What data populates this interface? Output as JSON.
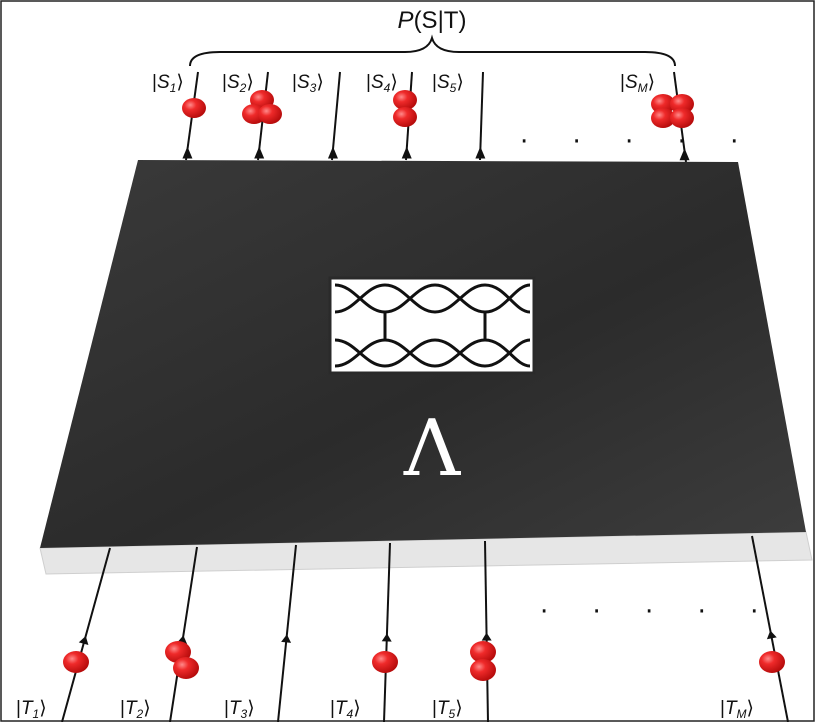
{
  "title": {
    "prefix": "P",
    "args": "(S|T)"
  },
  "operator_symbol": "Λ",
  "ellipsis": "· · · · ·",
  "output_modes": [
    {
      "letter": "S",
      "sub": "1",
      "photons": 1
    },
    {
      "letter": "S",
      "sub": "2",
      "photons": 3
    },
    {
      "letter": "S",
      "sub": "3",
      "photons": 0
    },
    {
      "letter": "S",
      "sub": "4",
      "photons": 2
    },
    {
      "letter": "S",
      "sub": "5",
      "photons": 0
    },
    {
      "letter": "S",
      "sub": "M",
      "photons": 4
    }
  ],
  "input_modes": [
    {
      "letter": "T",
      "sub": "1",
      "photons": 1
    },
    {
      "letter": "T",
      "sub": "2",
      "photons": 2
    },
    {
      "letter": "T",
      "sub": "3",
      "photons": 0
    },
    {
      "letter": "T",
      "sub": "4",
      "photons": 1
    },
    {
      "letter": "T",
      "sub": "5",
      "photons": 2
    },
    {
      "letter": "T",
      "sub": "M",
      "photons": 1
    }
  ],
  "colors": {
    "chip": "#2f2f2f",
    "chip_edge": "#d9d9d9",
    "photon": "#e5141b",
    "line": "#111111",
    "window": "#ffffff"
  }
}
